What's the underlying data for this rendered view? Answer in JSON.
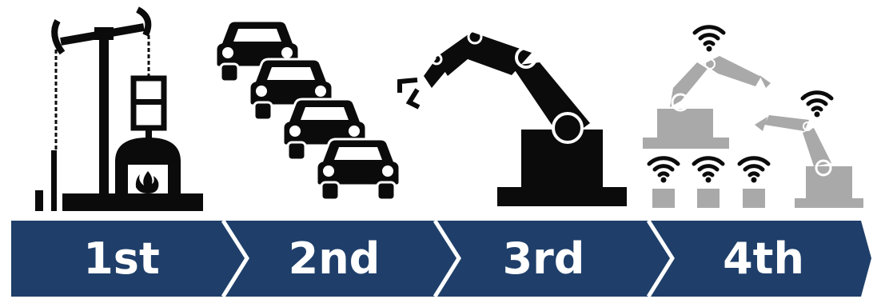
{
  "colors": {
    "banner": "#1f3f6a",
    "chevron": "#ffffff",
    "icon_dark": "#0b0b0b",
    "icon_gray": "#a9a9a9",
    "background": "#ffffff"
  },
  "stages": [
    {
      "label": "1st",
      "icon": "steam-engine-icon"
    },
    {
      "label": "2nd",
      "icon": "mass-production-cars-icon"
    },
    {
      "label": "3rd",
      "icon": "robot-arm-icon"
    },
    {
      "label": "4th",
      "icon": "connected-robots-wifi-icon"
    }
  ]
}
